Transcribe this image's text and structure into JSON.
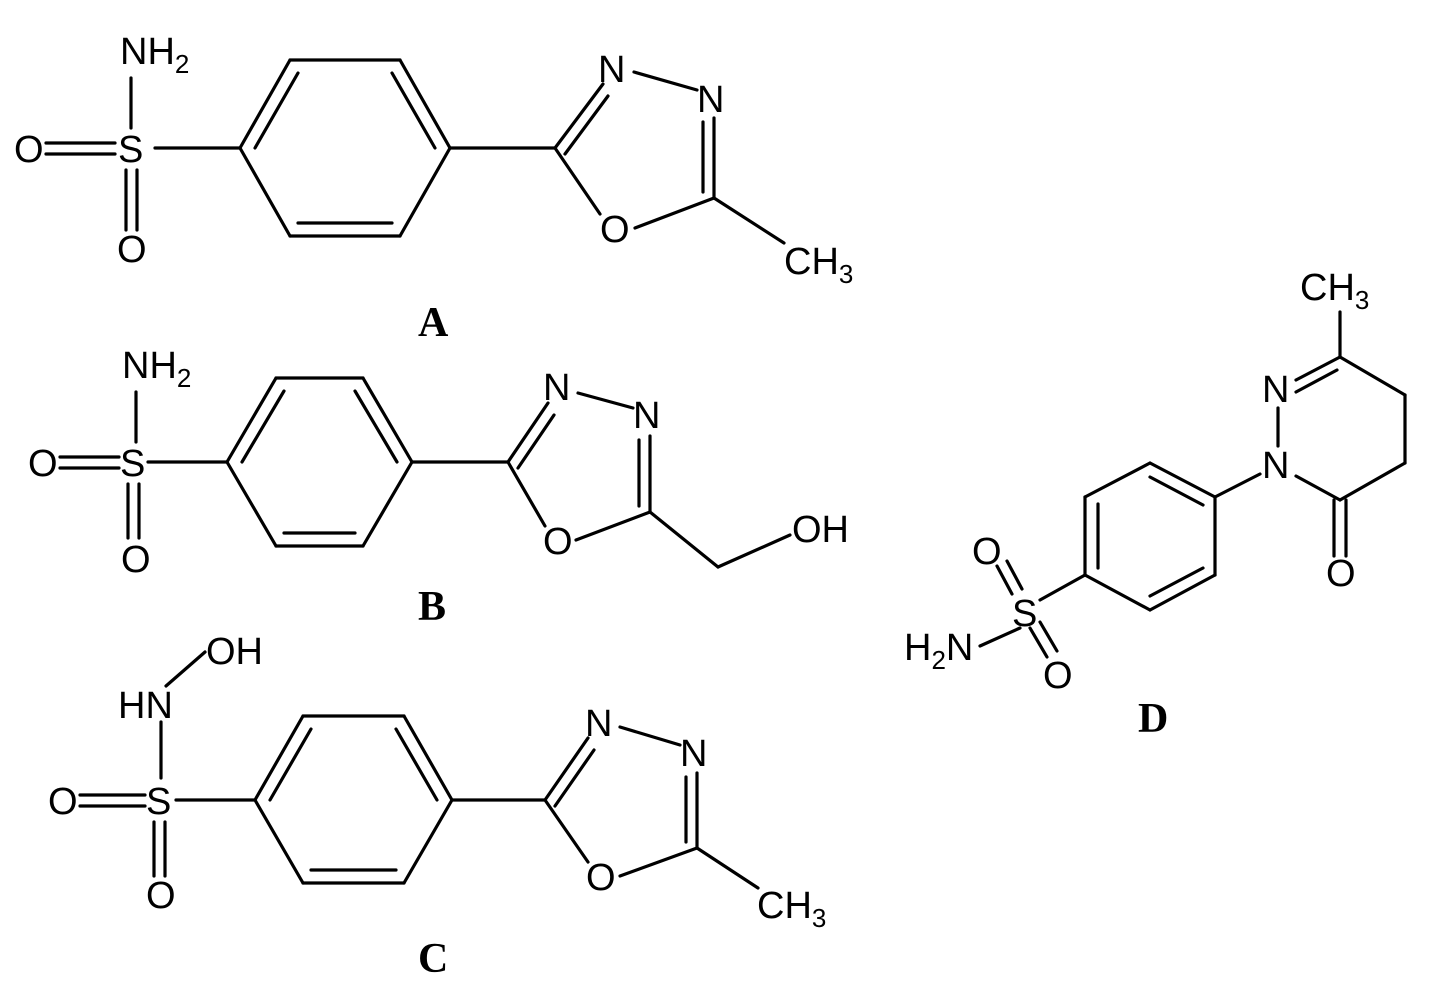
{
  "atoms": {
    "N": "N",
    "O": "O",
    "S": "S",
    "NH": "NH",
    "HN": "HN",
    "H": "H",
    "CH": "CH",
    "OH": "OH",
    "sub2": "2",
    "sub3": "3"
  },
  "labels": {
    "a": "A",
    "b": "B",
    "c": "C",
    "d": "D"
  }
}
